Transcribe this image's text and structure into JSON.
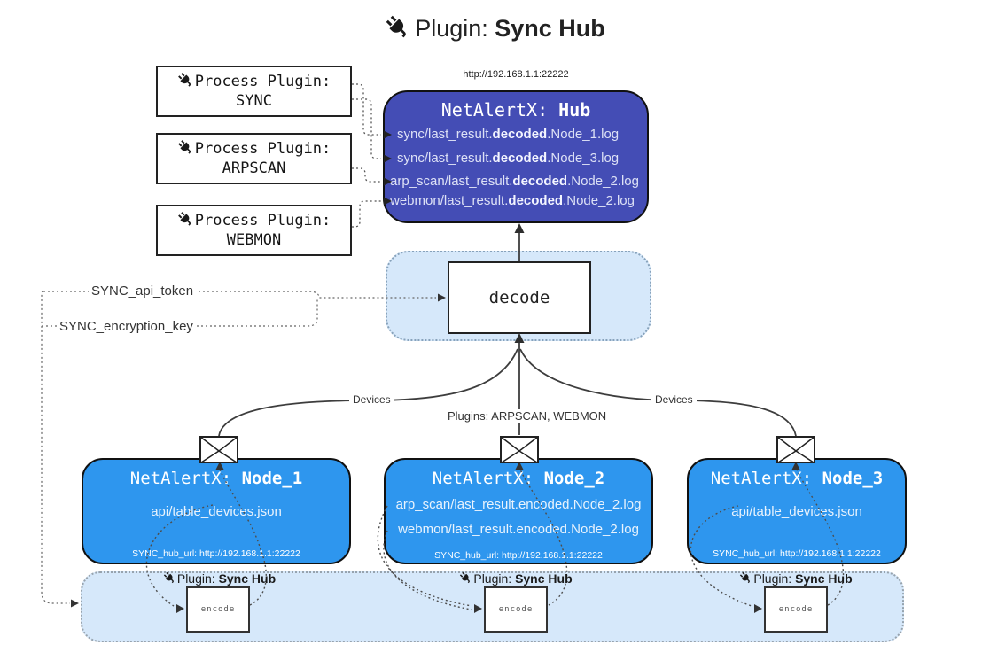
{
  "diagram_title": {
    "icon": "plug-icon",
    "prefix": "Plugin: ",
    "name": "Sync Hub"
  },
  "process_plugins": [
    {
      "label": "Process Plugin:",
      "name": "SYNC"
    },
    {
      "label": "Process Plugin:",
      "name": "ARPSCAN"
    },
    {
      "label": "Process Plugin:",
      "name": "WEBMON"
    }
  ],
  "hub": {
    "url": "http://192.168.1.1:22222",
    "title_prefix": "NetAlertX: ",
    "title_name": "Hub",
    "files": [
      {
        "pre": "sync/last_result.",
        "bold": "decoded",
        "post": ".Node_1.log"
      },
      {
        "pre": "sync/last_result.",
        "bold": "decoded",
        "post": ".Node_3.log"
      },
      {
        "pre": "arp_scan/last_result.",
        "bold": "decoded",
        "post": ".Node_2.log"
      },
      {
        "pre": "webmon/last_result.",
        "bold": "decoded",
        "post": ".Node_2.log"
      }
    ]
  },
  "decode_box": {
    "label": "decode"
  },
  "env_vars": {
    "api_token": "SYNC_api_token",
    "encryption_key": "SYNC_encryption_key"
  },
  "edge_labels": {
    "devices_left": "Devices",
    "plugins_middle": "Plugins: ARPSCAN, WEBMON",
    "devices_right": "Devices"
  },
  "nodes": [
    {
      "title_prefix": "NetAlertX: ",
      "title_name": "Node_1",
      "files": [
        "api/table_devices.json"
      ],
      "hub_url": "SYNC_hub_url: http://192.168.1.1:22222"
    },
    {
      "title_prefix": "NetAlertX: ",
      "title_name": "Node_2",
      "files": [
        "arp_scan/last_result.encoded.Node_2.log",
        "webmon/last_result.encoded.Node_2.log"
      ],
      "hub_url": "SYNC_hub_url: http://192.168.1.1:22222"
    },
    {
      "title_prefix": "NetAlertX: ",
      "title_name": "Node_3",
      "files": [
        "api/table_devices.json"
      ],
      "hub_url": "SYNC_hub_url: http://192.168.1.1:22222"
    }
  ],
  "encoders": [
    {
      "plugin_prefix": "Plugin: ",
      "plugin_name": "Sync Hub",
      "label": "encode"
    },
    {
      "plugin_prefix": "Plugin: ",
      "plugin_name": "Sync Hub",
      "label": "encode"
    },
    {
      "plugin_prefix": "Plugin: ",
      "plugin_name": "Sync Hub",
      "label": "encode"
    }
  ],
  "colors": {
    "hub_fill": "#444db5",
    "node_fill": "#2e96ee",
    "panel_fill": "#d6e8fa",
    "box_border": "#1f1f1f",
    "connector": "#3f3f3f"
  }
}
